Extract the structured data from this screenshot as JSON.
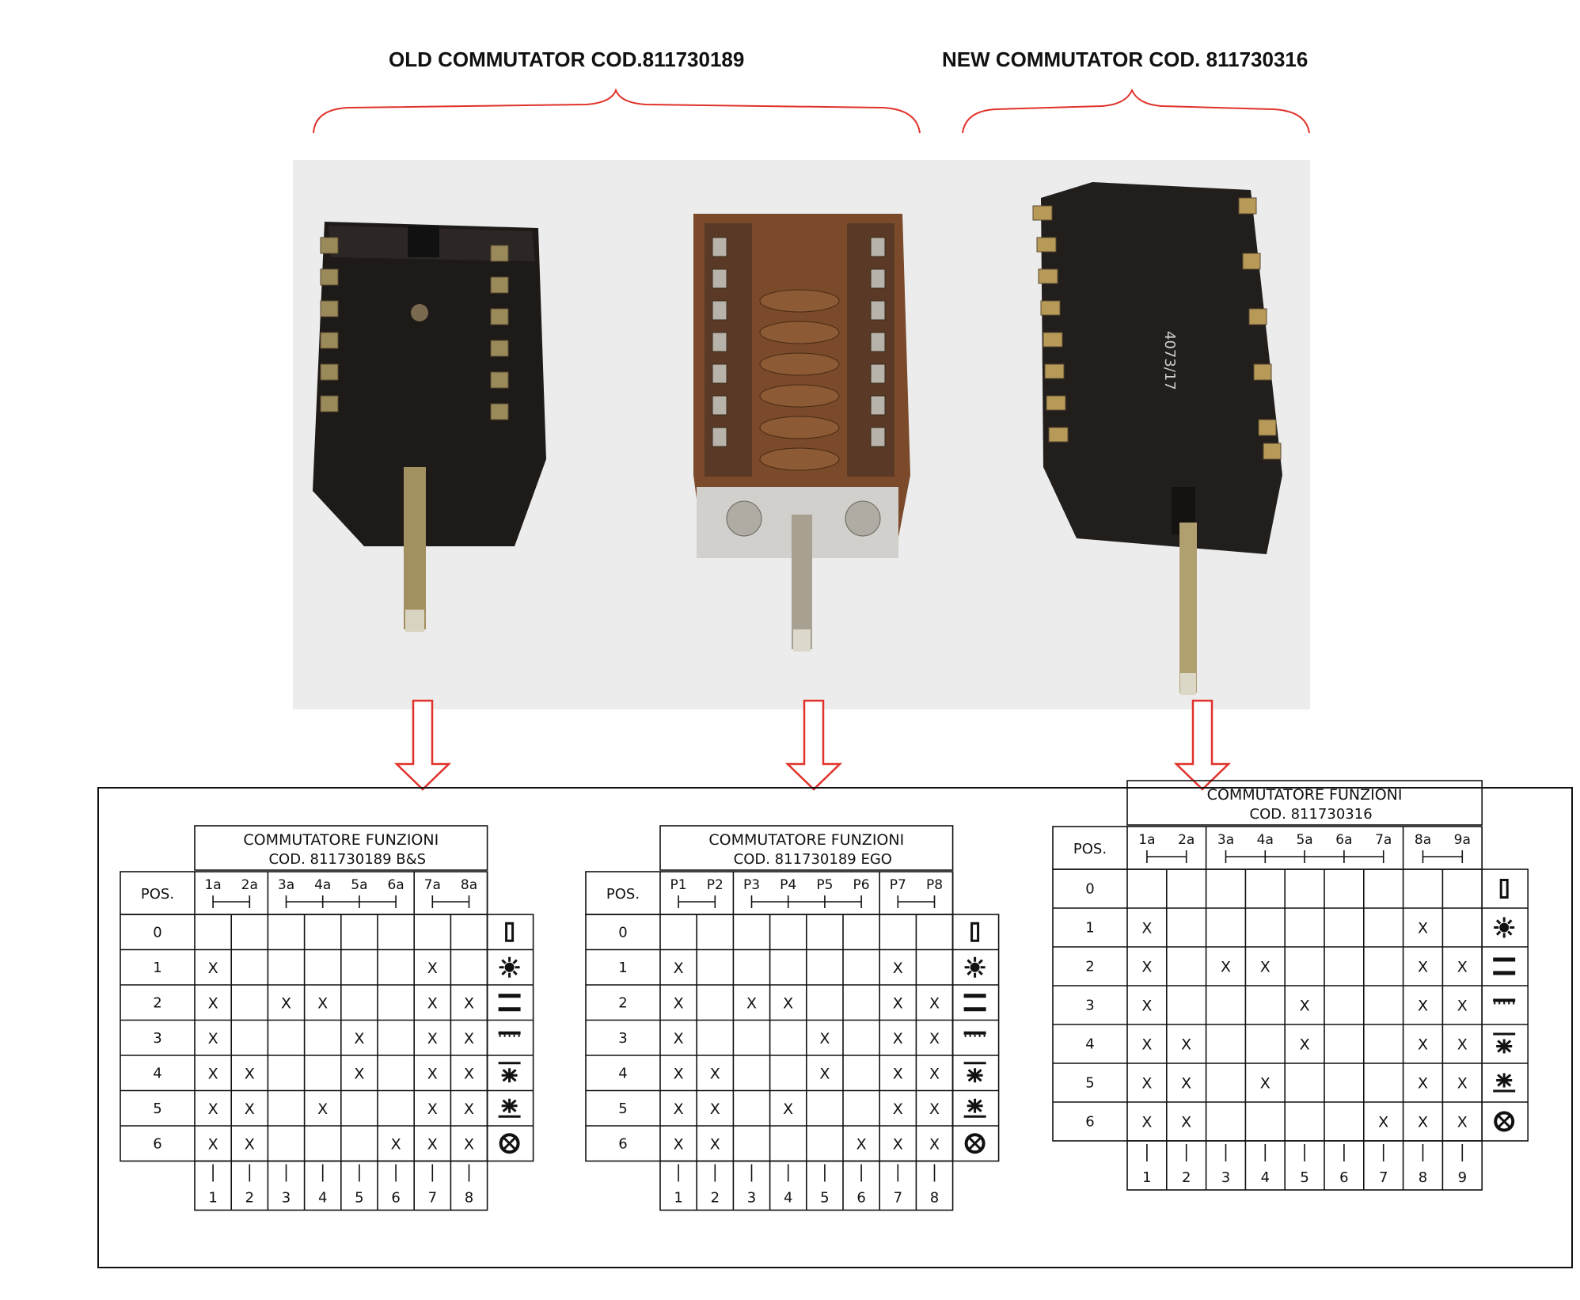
{
  "headings": {
    "old": "OLD COMMUTATOR COD.811730189",
    "new": "NEW COMMUTATOR COD. 811730316"
  },
  "photo_label": "4073/17",
  "colors": {
    "accent_red": "#e0322a",
    "photo_bg": "#ececec"
  },
  "diagrams": [
    {
      "title1": "COMMUTATORE FUNZIONI",
      "title2": "COD. 811730189   B&S",
      "pos_label": "POS.",
      "contacts": [
        "1a",
        "2a",
        "3a",
        "4a",
        "5a",
        "6a",
        "7a",
        "8a"
      ],
      "terminals": [
        "1",
        "2",
        "3",
        "4",
        "5",
        "6",
        "7",
        "8"
      ],
      "positions": [
        "0",
        "1",
        "2",
        "3",
        "4",
        "5",
        "6"
      ],
      "marks": [
        [],
        [
          0,
          6
        ],
        [
          0,
          2,
          3,
          6,
          7
        ],
        [
          0,
          4,
          6,
          7
        ],
        [
          0,
          1,
          4,
          6,
          7
        ],
        [
          0,
          1,
          3,
          6,
          7
        ],
        [
          0,
          1,
          5,
          6,
          7
        ]
      ],
      "symbols": [
        "off-icon",
        "sun-icon",
        "top-bottom-heat-icon",
        "bottom-heat-icon",
        "fan-grill-icon",
        "fan-bottom-icon",
        "fan-ring-icon"
      ]
    },
    {
      "title1": "COMMUTATORE FUNZIONI",
      "title2": "COD. 811730189   EGO",
      "pos_label": "POS.",
      "contacts": [
        "P1",
        "P2",
        "P3",
        "P4",
        "P5",
        "P6",
        "P7",
        "P8"
      ],
      "terminals": [
        "1",
        "2",
        "3",
        "4",
        "5",
        "6",
        "7",
        "8"
      ],
      "positions": [
        "0",
        "1",
        "2",
        "3",
        "4",
        "5",
        "6"
      ],
      "marks": [
        [],
        [
          0,
          6
        ],
        [
          0,
          2,
          3,
          6,
          7
        ],
        [
          0,
          4,
          6,
          7
        ],
        [
          0,
          1,
          4,
          6,
          7
        ],
        [
          0,
          1,
          3,
          6,
          7
        ],
        [
          0,
          1,
          5,
          6,
          7
        ]
      ],
      "symbols": [
        "off-icon",
        "sun-icon",
        "top-bottom-heat-icon",
        "bottom-heat-icon",
        "fan-grill-icon",
        "fan-bottom-icon",
        "fan-ring-icon"
      ]
    },
    {
      "title1": "COMMUTATORE FUNZIONI",
      "title2": "COD. 811730316",
      "pos_label": "POS.",
      "contacts": [
        "1a",
        "2a",
        "3a",
        "4a",
        "5a",
        "6a",
        "7a",
        "8a",
        "9a"
      ],
      "terminals": [
        "1",
        "2",
        "3",
        "4",
        "5",
        "6",
        "7",
        "8",
        "9"
      ],
      "positions": [
        "0",
        "1",
        "2",
        "3",
        "4",
        "5",
        "6"
      ],
      "marks": [
        [],
        [
          0,
          7
        ],
        [
          0,
          2,
          3,
          7,
          8
        ],
        [
          0,
          4,
          7,
          8
        ],
        [
          0,
          1,
          4,
          7,
          8
        ],
        [
          0,
          1,
          3,
          7,
          8
        ],
        [
          0,
          1,
          6,
          7,
          8
        ]
      ],
      "symbols": [
        "off-icon",
        "sun-icon",
        "top-bottom-heat-icon",
        "bottom-heat-icon",
        "fan-grill-icon",
        "fan-bottom-icon",
        "fan-ring-icon"
      ]
    }
  ],
  "cross_mark": "X"
}
